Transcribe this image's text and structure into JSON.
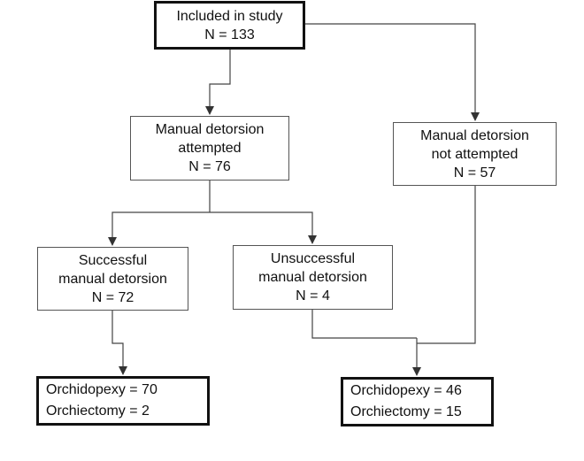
{
  "nodes": {
    "included": {
      "line1": "Included in study",
      "line2": "N = 133"
    },
    "attempted": {
      "line1": "Manual detorsion",
      "line2": "attempted",
      "line3": "N = 76"
    },
    "not_attempted": {
      "line1": "Manual detorsion",
      "line2": "not attempted",
      "line3": "N = 57"
    },
    "successful": {
      "line1": "Successful",
      "line2": "manual detorsion",
      "line3": "N = 72"
    },
    "unsuccessful": {
      "line1": "Unsuccessful",
      "line2": "manual detorsion",
      "line3": "N = 4"
    },
    "outcome_left": {
      "line1": "Orchidopexy = 70",
      "line2": "Orchiectomy = 2"
    },
    "outcome_right": {
      "line1": "Orchidopexy = 46",
      "line2": "Orchiectomy = 15"
    }
  },
  "edges": [
    {
      "from": "included",
      "to": "attempted"
    },
    {
      "from": "included",
      "to": "not_attempted"
    },
    {
      "from": "attempted",
      "to": "successful"
    },
    {
      "from": "attempted",
      "to": "unsuccessful"
    },
    {
      "from": "successful",
      "to": "outcome_left"
    },
    {
      "from": "unsuccessful",
      "to": "outcome_right"
    },
    {
      "from": "not_attempted",
      "to": "outcome_right"
    }
  ],
  "colors": {
    "line": "#444444",
    "border": "#555555",
    "thick_border": "#111111"
  }
}
